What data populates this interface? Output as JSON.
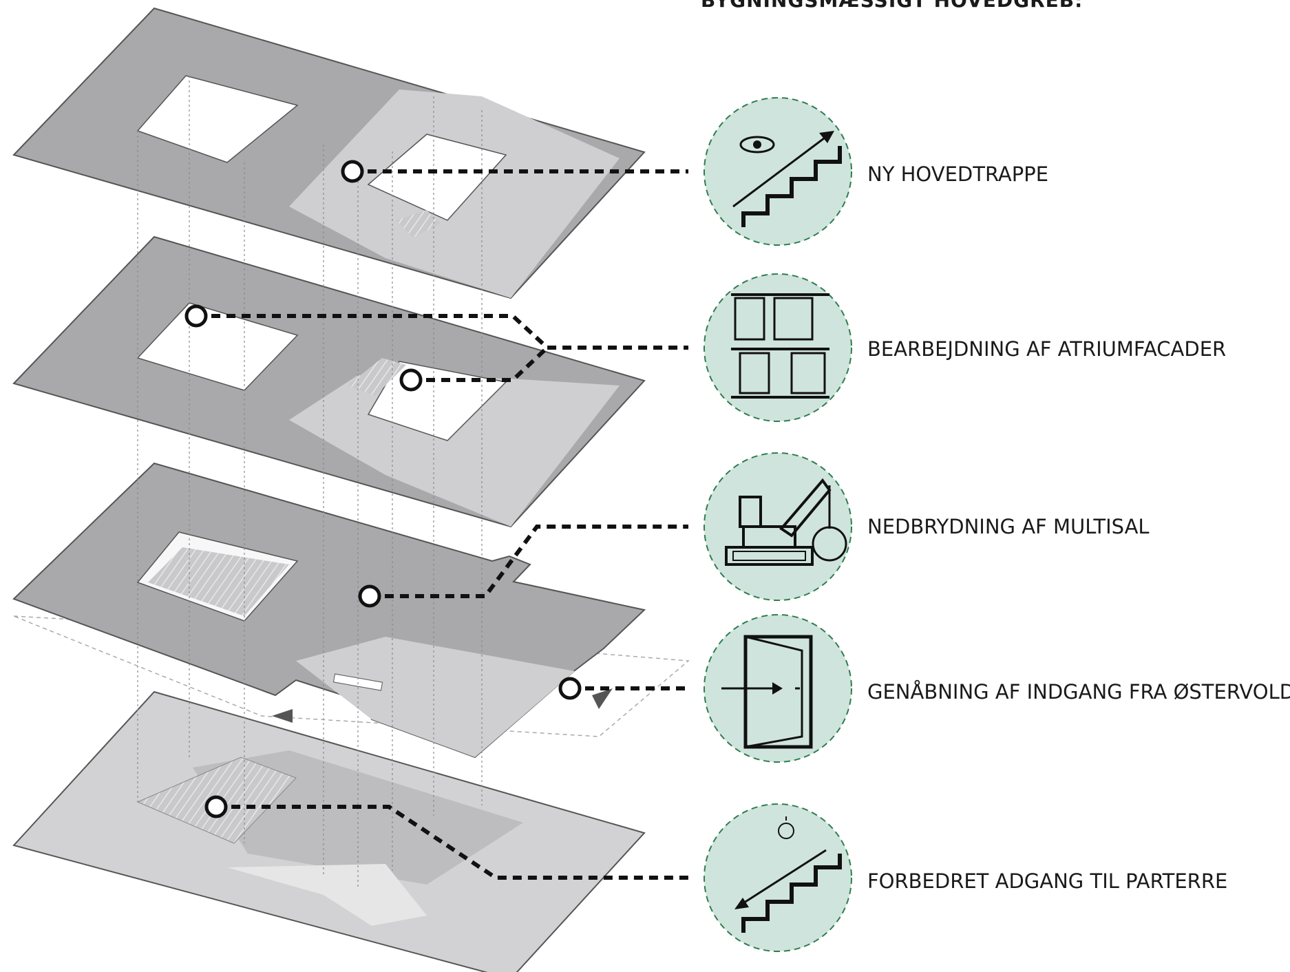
{
  "title": "BYGNINGSMÆSSIGT HOVEDGREB:",
  "colors": {
    "icon_fill": "#cfe4dc",
    "icon_border": "#2e7d4f",
    "floor_dark": "#a9a9ab",
    "floor_light": "#d2d2d4",
    "ink": "#1a1a1a"
  },
  "items": [
    {
      "label": "NY HOVEDTRAPPE",
      "icon": "eye-stairs-up-icon"
    },
    {
      "label": "BEARBEJDNING AF ATRIUMFACADER",
      "icon": "facade-panels-icon"
    },
    {
      "label": "NEDBRYDNING AF MULTISAL",
      "icon": "demolition-crane-icon"
    },
    {
      "label": "GENÅBNING AF INDGANG FRA ØSTERVOLD",
      "icon": "door-entry-icon"
    },
    {
      "label": "FORBEDRET ADGANG TIL PARTERRE",
      "icon": "sun-stairs-down-icon"
    }
  ]
}
